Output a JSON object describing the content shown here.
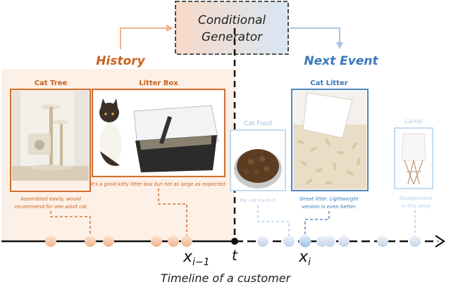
{
  "generator": {
    "label_line1": "Conditional",
    "label_line2": "Generator"
  },
  "sections": {
    "history": "History",
    "next_event": "Next Event"
  },
  "products": [
    {
      "id": "cat-tree",
      "title": "Cat Tree",
      "review_line1": "Assembled easily, would",
      "review_line2": "recommend for one adult cat",
      "group": "history"
    },
    {
      "id": "litter-box",
      "title": "Litter Box",
      "review_line1": "It's a good kitty litter box but not as large as expected.",
      "review_line2": "",
      "group": "history"
    },
    {
      "id": "cat-food",
      "title": "Cat Food",
      "review_line1": "My cat loves it",
      "review_line2": "",
      "group": "future"
    },
    {
      "id": "cat-litter",
      "title": "Cat Litter",
      "review_line1": "Great litter. Lightweight",
      "review_line2": "version is even better.",
      "group": "next"
    },
    {
      "id": "lamp",
      "title": "Lamp",
      "review_line1": "Disappointed",
      "review_line2": "in this lamp",
      "group": "future"
    }
  ],
  "timeline": {
    "caption": "Timeline of a customer",
    "label_prev": "x",
    "label_prev_sub": "i−1",
    "label_t": "t",
    "label_next": "x",
    "label_next_sub": "i"
  },
  "colors": {
    "history": "#c8621e",
    "next": "#3a78b8",
    "faded": "#9fc0e0",
    "history_bg": "#fdf0e6",
    "history_dot": "#f3c9a9",
    "future_dot": "#cfd9ea",
    "next_dot": "#aac4e6"
  }
}
